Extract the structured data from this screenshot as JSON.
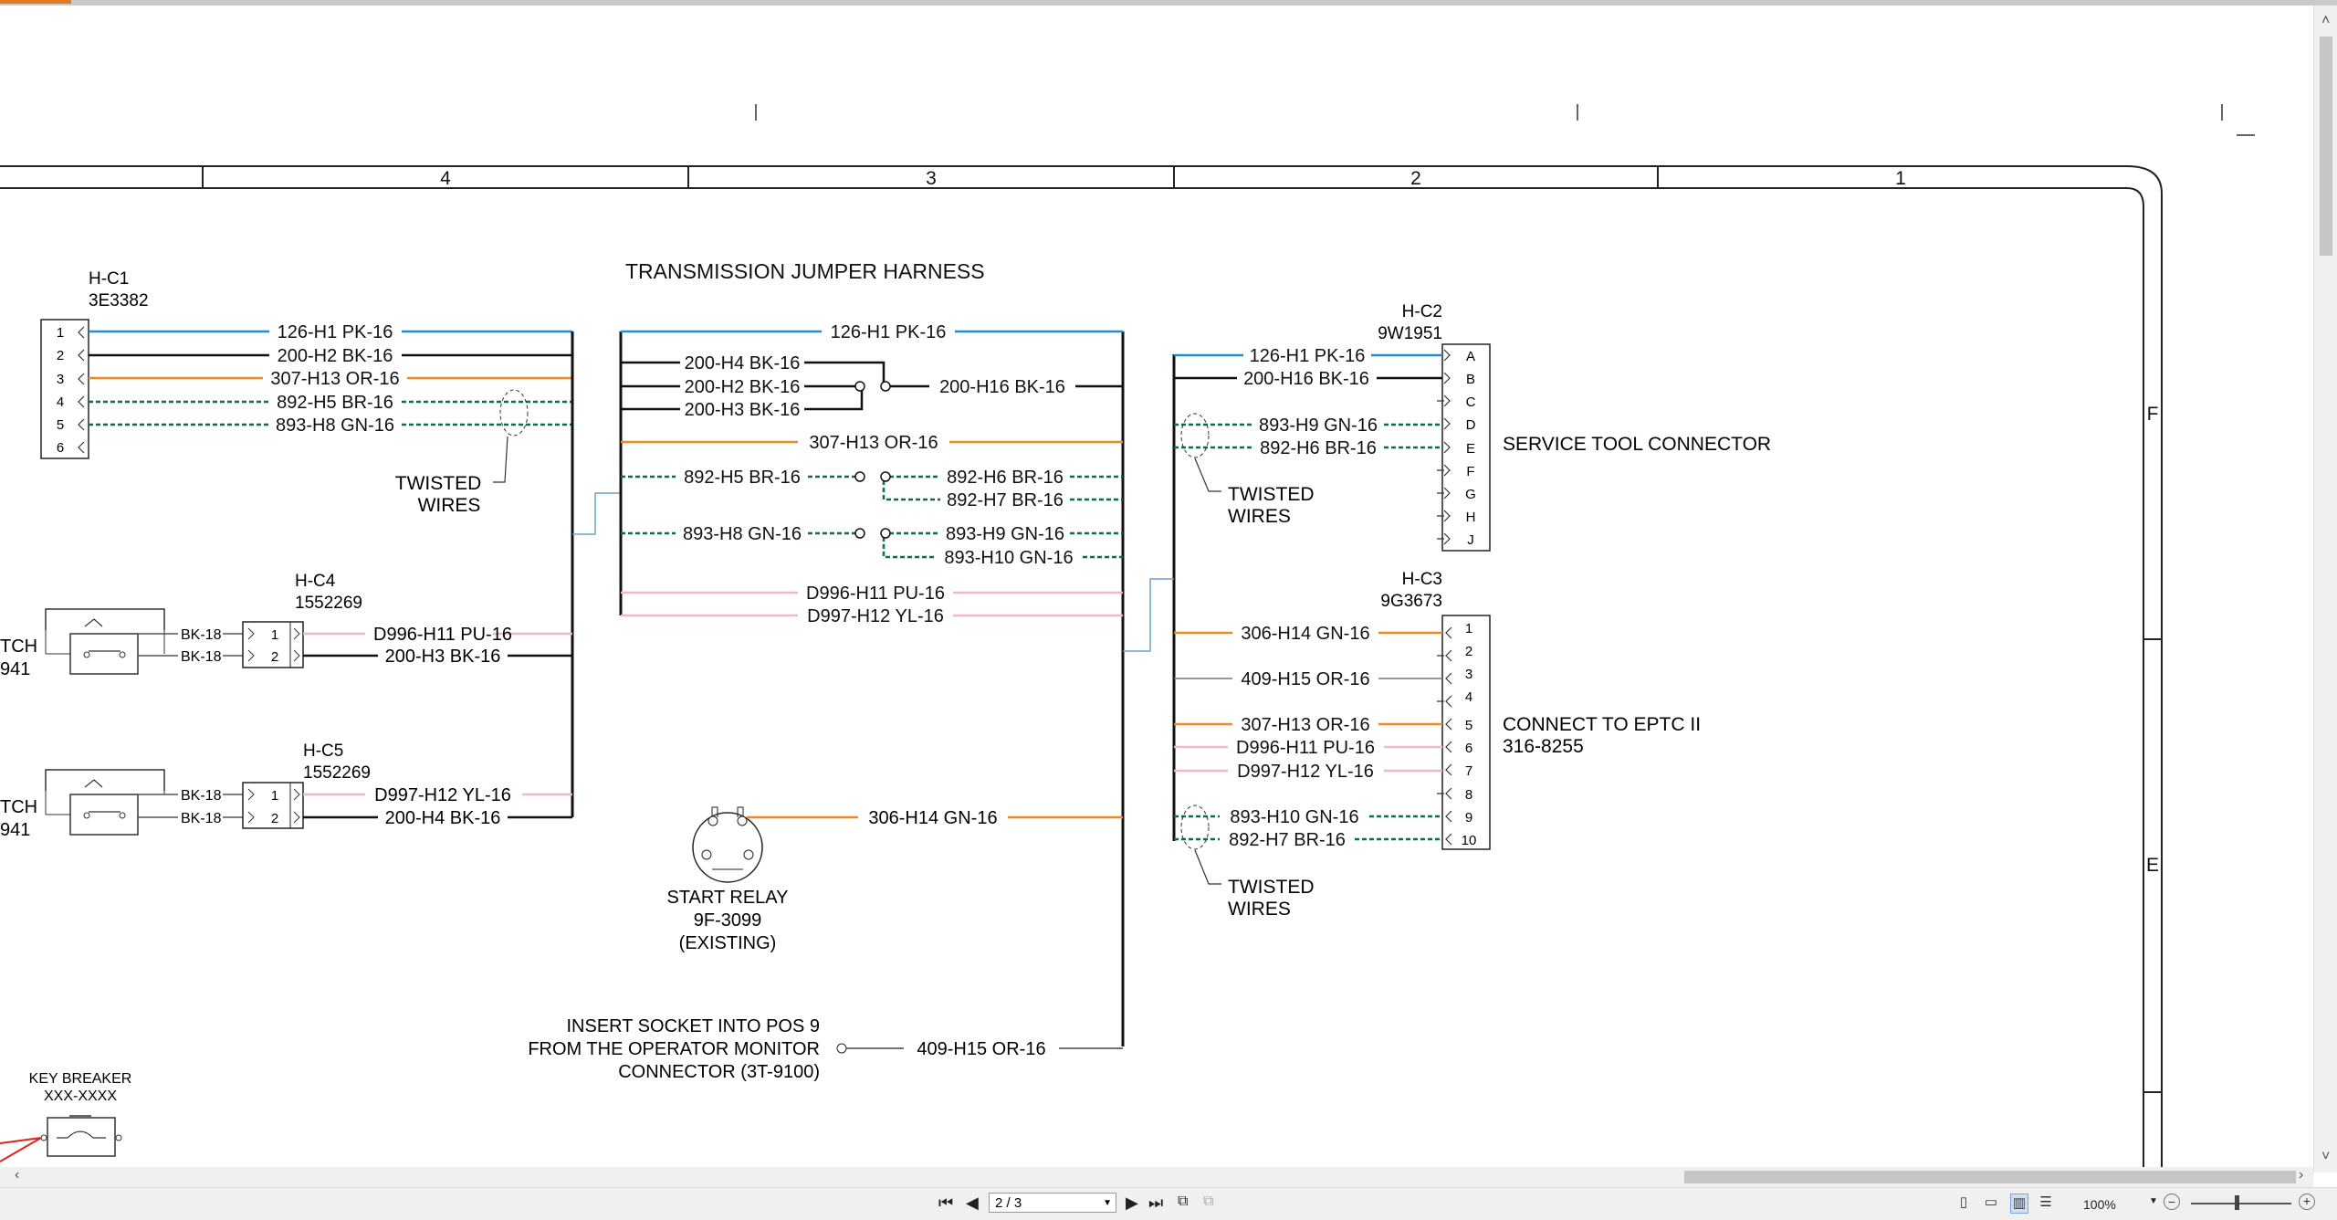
{
  "columns": [
    "4",
    "3",
    "2",
    "1"
  ],
  "rows": [
    "F",
    "E"
  ],
  "title": "TRANSMISSION JUMPER HARNESS",
  "connectors": {
    "hc1": {
      "name": "H-C1",
      "part": "3E3382",
      "pins": [
        "1",
        "2",
        "3",
        "4",
        "5",
        "6"
      ]
    },
    "hc2": {
      "name": "H-C2",
      "part": "9W1951",
      "pins": [
        "A",
        "B",
        "C",
        "D",
        "E",
        "F",
        "G",
        "H",
        "J"
      ],
      "label": "SERVICE TOOL CONNECTOR"
    },
    "hc3": {
      "name": "H-C3",
      "part": "9G3673",
      "pins": [
        "1",
        "2",
        "3",
        "4",
        "5",
        "6",
        "7",
        "8",
        "9",
        "10"
      ],
      "label1": "CONNECT TO EPTC II",
      "label2": "316-8255"
    },
    "hc4": {
      "name": "H-C4",
      "part": "1552269",
      "pins": [
        "1",
        "2"
      ]
    },
    "hc5": {
      "name": "H-C5",
      "part": "1552269",
      "pins": [
        "1",
        "2"
      ]
    }
  },
  "wire_labels": {
    "w126h1": "126-H1 PK-16",
    "w200h2": "200-H2 BK-16",
    "w307h13": "307-H13 OR-16",
    "w892h5": "892-H5 BR-16",
    "w893h8": "893-H8 GN-16",
    "w200h4": "200-H4 BK-16",
    "w200h3": "200-H3 BK-16",
    "w200h16": "200-H16 BK-16",
    "w892h6": "892-H6 BR-16",
    "w892h7": "892-H7 BR-16",
    "w893h9": "893-H9 GN-16",
    "w893h10": "893-H10 GN-16",
    "wd996h11": "D996-H11 PU-16",
    "wd997h12": "D997-H12 YL-16",
    "w306h14": "306-H14 GN-16",
    "w409h15": "409-H15 OR-16",
    "bk18": "BK-18"
  },
  "twisted": {
    "line1": "TWISTED",
    "line2": "WIRES"
  },
  "switch": {
    "frag1": "TCH",
    "frag2": "941"
  },
  "start_relay": {
    "line1": "START RELAY",
    "line2": "9F-3099",
    "line3": "(EXISTING)"
  },
  "insert_note": {
    "line1": "INSERT SOCKET INTO POS 9",
    "line2": "FROM THE OPERATOR MONITOR",
    "line3": "CONNECTOR (3T-9100)"
  },
  "key_breaker": {
    "line1": "KEY BREAKER",
    "line2": "XXX-XXXX"
  },
  "colors": {
    "pk": "#1f8fd1",
    "bk": "#111111",
    "or": "#ee8a26",
    "grn": "#0f6b4d",
    "pu": "#f2b7c4",
    "yl": "#f2b7c4",
    "red": "#e02020",
    "relay": "#ee8a26"
  },
  "status": {
    "page": "2 / 3",
    "zoom": "100%"
  },
  "icons": {
    "first": "⏮",
    "prev": "◀",
    "next": "▶",
    "last": "⏭",
    "scroll_up": "˄",
    "scroll_down": "˅",
    "scroll_left": "‹",
    "scroll_right": "›"
  }
}
